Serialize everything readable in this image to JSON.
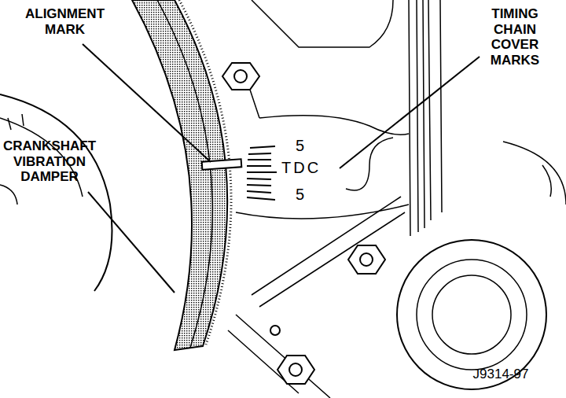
{
  "diagram": {
    "labels": [
      "ALIGNMENT MARK",
      "TIMING CHAIN COVER MARKS",
      "CRANKSHAFT VIBRATION DAMPER",
      "5",
      "TDC",
      "5",
      "J9314-97"
    ]
  }
}
